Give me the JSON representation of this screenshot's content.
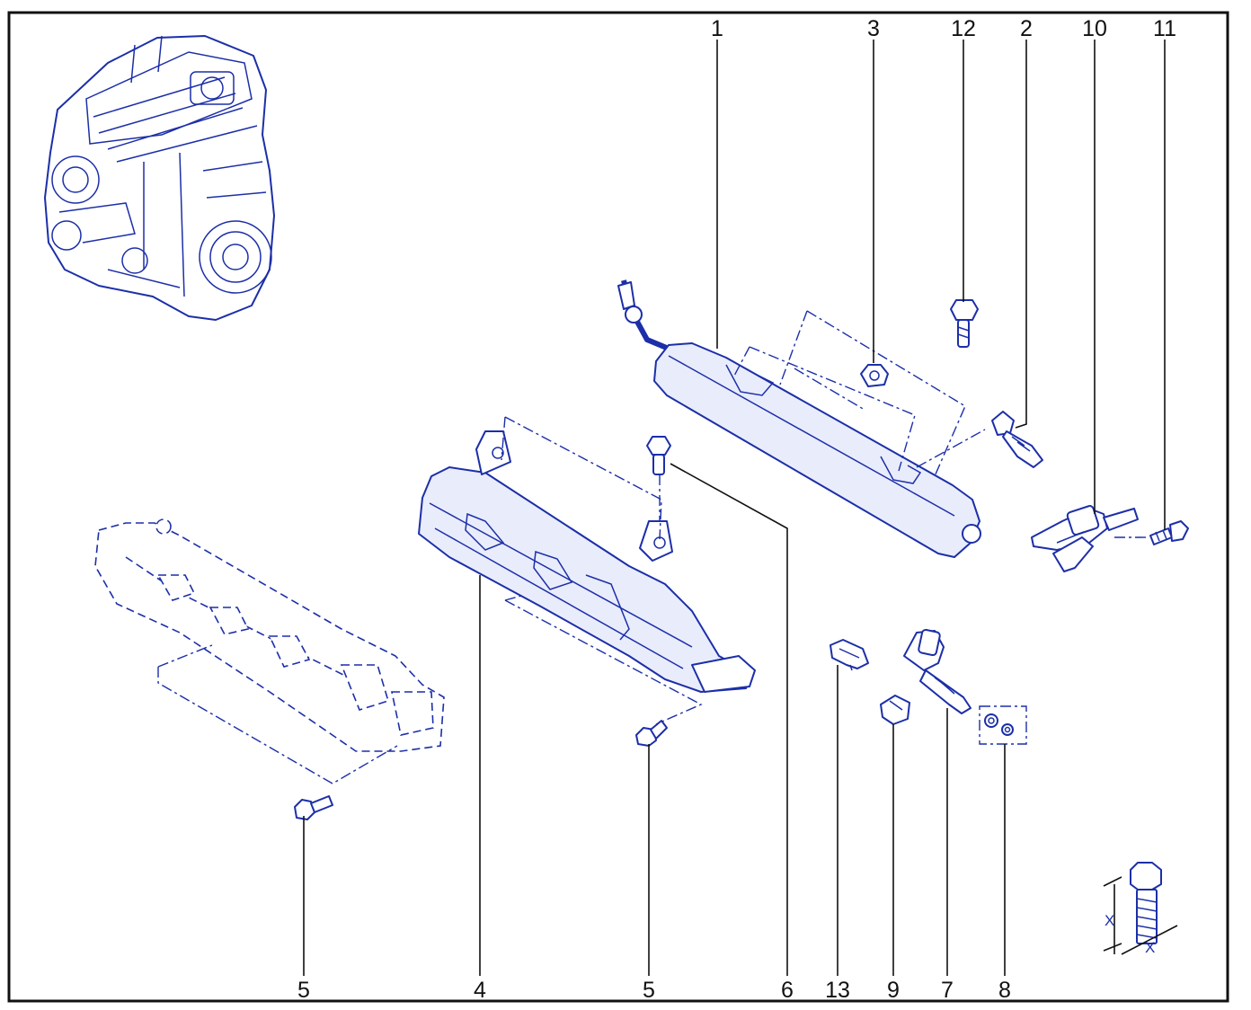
{
  "colors": {
    "line": "#1c2fa8",
    "frame": "#111111",
    "background": "#ffffff"
  },
  "callouts": {
    "c1": "1",
    "c3": "3",
    "c12": "12",
    "c2": "2",
    "c10": "10",
    "c11": "11",
    "c5a": "5",
    "c4": "4",
    "c5b": "5",
    "c6": "6",
    "c13": "13",
    "c9": "9",
    "c7": "7",
    "c8": "8"
  },
  "bolt_detail": {
    "mark_vertical": "X",
    "mark_horizontal": "X"
  }
}
